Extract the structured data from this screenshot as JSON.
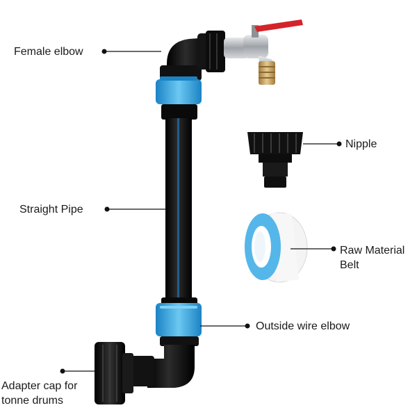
{
  "colors": {
    "pipe": "#0e0e0e",
    "pipe_highlight": "#3a3a3a",
    "coupling_blue": "#3fb2ea",
    "coupling_blue_dark": "#1b83c4",
    "leader": "#111111",
    "tap_red": "#d4232a",
    "brass": "#c9a66b",
    "chrome": "#b9bcc0",
    "tape_blue": "#55b6ea",
    "tape_white": "#f7f7f7"
  },
  "labels": {
    "female_elbow": "Female elbow",
    "nipple": "Nipple",
    "straight_pipe": "Straight Pipe",
    "raw_material_belt": "Raw Material\nBelt",
    "outside_wire_elbow": "Outside wire elbow",
    "adapter_cap": "Adapter cap for\ntonne drums"
  },
  "icons": [
    "garden-tap-icon",
    "nipple-fitting-icon",
    "ptfe-tape-roll-icon"
  ]
}
